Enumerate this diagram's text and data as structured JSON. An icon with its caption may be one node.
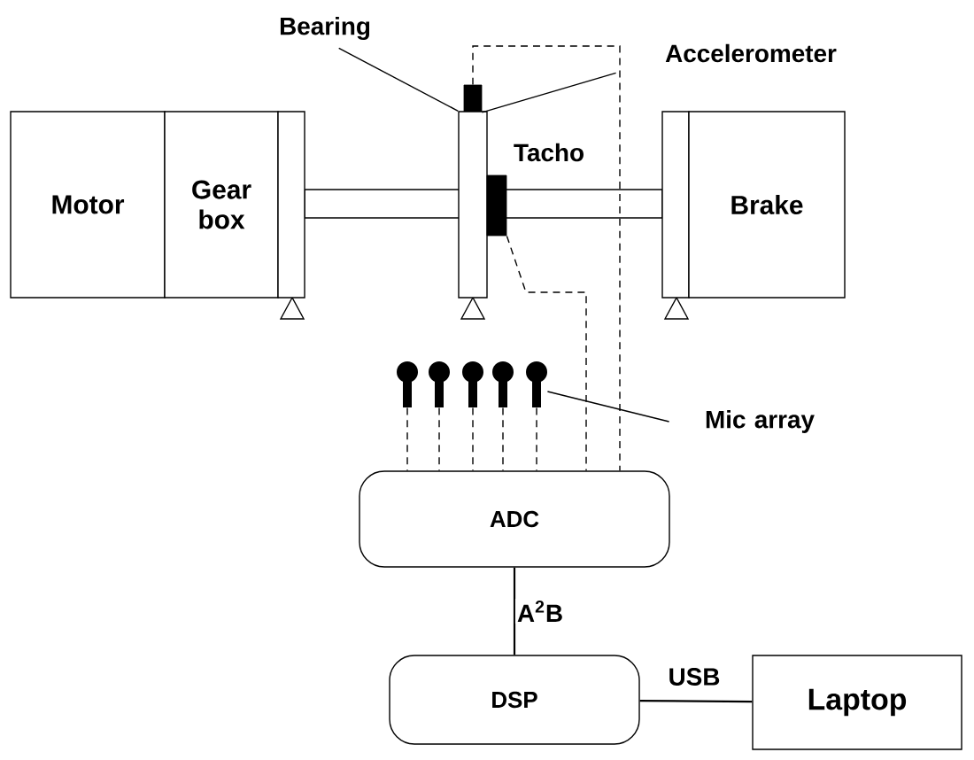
{
  "diagram": {
    "nodes": [
      {
        "text": [
          "Motor"
        ]
      },
      {
        "text": [
          "Gear box"
        ]
      },
      {
        "text": [
          "Bearing"
        ]
      },
      {
        "text": [
          "Accelerometer"
        ]
      },
      {
        "text": [],
        "shape": "box"
      },
      {
        "text": [],
        "shape": "box"
      },
      {
        "text": [],
        "shape": "box"
      },
      {
        "text": [],
        "shape": "box"
      },
      {
        "text": [],
        "shape": "box",
        "beside": [
          "Tacho"
        ]
      },
      {
        "text": [
          "Brake"
        ]
      },
      {
        "text": [],
        "shape": "microphone"
      },
      {
        "text": [],
        "shape": "microphone"
      },
      {
        "text": [],
        "shape": "microphone"
      },
      {
        "text": [],
        "shape": "microphone"
      },
      {
        "text": [],
        "shape": "microphone"
      },
      {
        "text": [
          "Mic array"
        ]
      },
      {
        "text": [
          "ADC"
        ]
      },
      {
        "text": [
          "DSP"
        ]
      },
      {
        "text": [
          "Laptop"
        ]
      }
    ],
    "edges": [
      {
        "from": 2,
        "to": 6,
        "arrow": "none"
      },
      {
        "from": 3,
        "to": 4,
        "arrow": "none"
      },
      {
        "from": 4,
        "to": 16,
        "arrow": "none",
        "style": "dashed"
      },
      {
        "from": 8,
        "to": 16,
        "arrow": "none",
        "style": "dashed"
      },
      {
        "from": 10,
        "to": 16,
        "arrow": "none",
        "style": "dashed"
      },
      {
        "from": 11,
        "to": 16,
        "arrow": "none",
        "style": "dashed"
      },
      {
        "from": 12,
        "to": 16,
        "arrow": "none",
        "style": "dashed"
      },
      {
        "from": 13,
        "to": 16,
        "arrow": "none",
        "style": "dashed"
      },
      {
        "from": 14,
        "to": 16,
        "arrow": "none",
        "style": "dashed"
      },
      {
        "from": 15,
        "to": 14,
        "arrow": "none"
      },
      {
        "from": 16,
        "to": 17,
        "arrow": "none",
        "label": "A$^{2}$B"
      },
      {
        "from": 17,
        "to": 18,
        "arrow": "none",
        "label": "USB"
      }
    ]
  }
}
